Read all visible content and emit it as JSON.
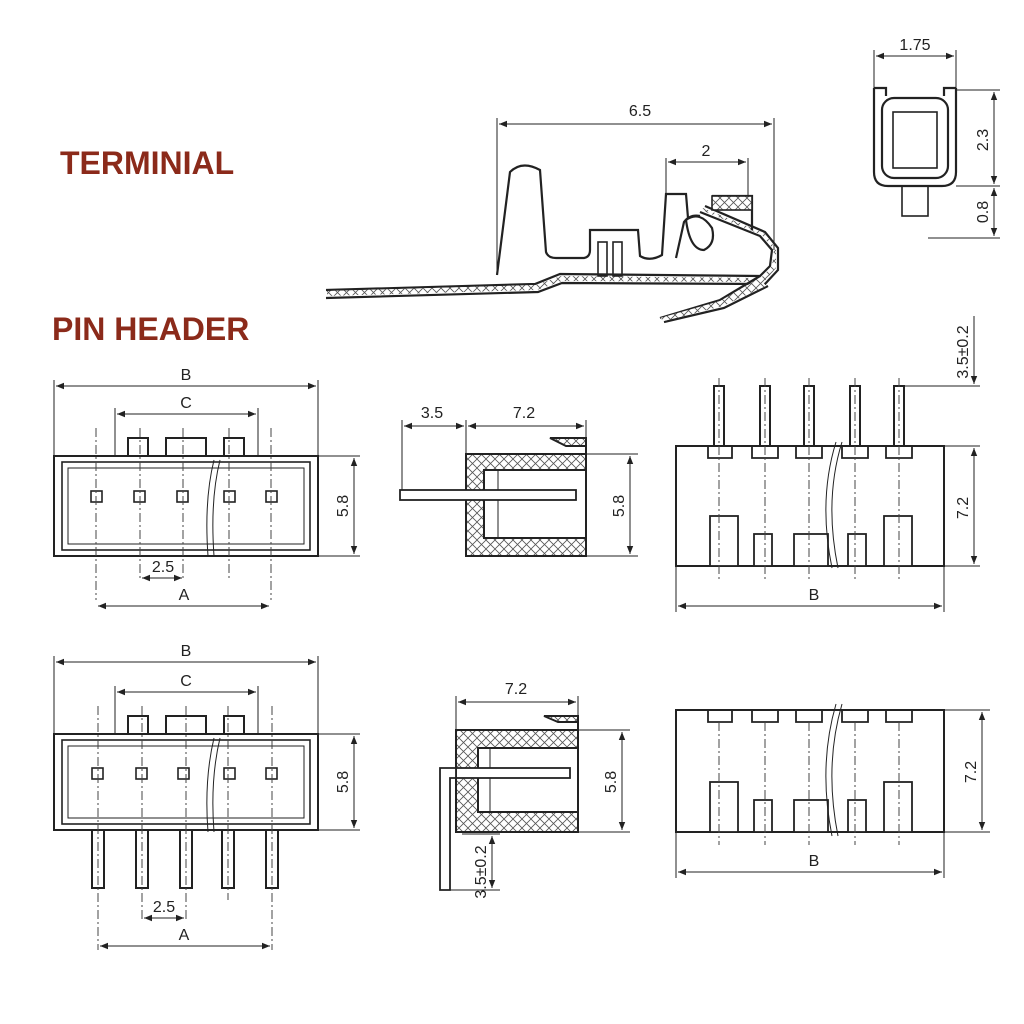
{
  "titles": {
    "terminal": "TERMINIAL",
    "pin_header": "PIN HEADER"
  },
  "colors": {
    "title": "#8b2a1a",
    "line": "#222222"
  },
  "terminal": {
    "length": "6.5",
    "crimp": "2",
    "width": "1.75",
    "height": "2.3",
    "tab": "0.8"
  },
  "straight_header": {
    "overall": "B",
    "keys": "C",
    "pins": "A",
    "pitch": "2.5",
    "height": "5.8",
    "pin_out": "3.5",
    "depth": "7.2",
    "side_height": "5.8",
    "pin_len": "3.5±0.2",
    "front_height": "7.2",
    "front_width": "B"
  },
  "angle_header": {
    "overall": "B",
    "keys": "C",
    "pins": "A",
    "pitch": "2.5",
    "height": "5.8",
    "depth": "7.2",
    "side_height": "5.8",
    "pin_len": "3.5±0.2",
    "front_height": "7.2",
    "front_width": "B"
  }
}
